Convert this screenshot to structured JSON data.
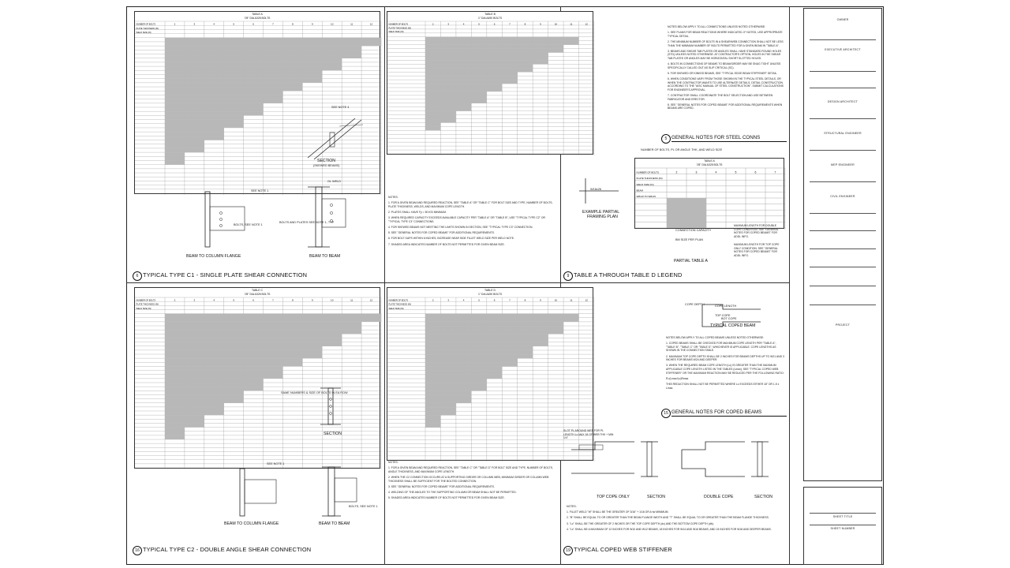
{
  "titleblock": {
    "owner": "OWNER",
    "executive_architect": "EXECUTIVE ARCHITECT",
    "design_architect": "DESIGN ARCHITECT",
    "structural_engineer": "STRUCTURAL ENGINEER",
    "mep_engineer": "MEP ENGINEER",
    "civil_engineer": "CIVIL ENGINEER",
    "project": "PROJECT",
    "sheet_title": "SHEET TITLE",
    "sheet_number": "SHEET NUMBER"
  },
  "panels": {
    "p6": {
      "num": "6",
      "title": "TYPICAL TYPE C1 - SINGLE PLATE SHEAR CONNECTION"
    },
    "p9": {
      "num": "9",
      "title": "TABLE A THROUGH TABLE D LEGEND"
    },
    "p16": {
      "num": "16",
      "title": "TYPICAL TYPE C2 - DOUBLE ANGLE SHEAR CONNECTION"
    },
    "p19": {
      "num": "19",
      "title": "TYPICAL COPED WEB STIFFENER"
    },
    "p5": {
      "num": "5",
      "title": "GENERAL NOTES FOR STEEL CONNS"
    },
    "p15": {
      "num": "15",
      "title": "GENERAL NOTES FOR COPED BEAMS"
    }
  },
  "tables": {
    "a": {
      "title": "TABLE A",
      "sub": "7/8\" DIA A325 BOLTS"
    },
    "b": {
      "title": "TABLE B",
      "sub": "1\" DIA A490 BOLTS"
    },
    "c": {
      "title": "TABLE C",
      "sub": "7/8\" DIA A325 BOLTS"
    },
    "d": {
      "title": "TABLE D",
      "sub": "1\" DIA A490 BOLTS"
    }
  },
  "views": {
    "section_skewed": "SECTION",
    "section_skewed_sub": "(SKEWED BEAMS)",
    "beam_to_column_flange": "BEAM TO COLUMN FLANGE",
    "beam_to_beam": "BEAM TO BEAM",
    "section": "SECTION",
    "beam_to_column_flange_2": "BEAM TO COLUMN FLANGE",
    "beam_to_beam_2": "BEAM TO BEAM",
    "example_partial": "EXAMPLE PARTIAL",
    "framing_plan": "FRAMING PLAN",
    "partial_table_a": "PARTIAL TABLE A",
    "typical_coped_beam": "TYPICAL COPED BEAM",
    "top_cope_only": "TOP COPE ONLY",
    "section_a": "SECTION",
    "double_cope": "DOUBLE COPE",
    "section_b": "SECTION"
  },
  "notes_heads": {
    "notes1": "NOTES:",
    "notes2": "NOTES:",
    "notes3": "NOTES:",
    "general_conns": "NOTES BELOW APPLY TO ALL CONNECTIONS UNLESS NOTED OTHERWISE:",
    "general_coped": "NOTES BELOW APPLY TO ALL COPED BEAMS UNLESS NOTED OTHERWISE:"
  },
  "notes_c1": [
    "1. FOR A GIVEN BEAM AND REQUIRED REACTION, SEE \"TABLE A\" OR \"TABLE C\" FOR BOLT SIZE AND TYPE, NUMBER OF BOLTS, PLATE THICKNESS, WELDS, AND MAXIMUM COPE LENGTH.",
    "2. PLATES SHALL HAVE Fy = 50 KSI MINIMUM.",
    "3. WHEN REQUIRED CAPACITY EXCEEDS AVAILABLE CAPACITY PER \"TABLE A\" OR \"TABLE B\", USE \"TYPICAL TYPE C2\" OR \"TYPICAL TYPE C3\" CONNECTIONS.",
    "4. FOR SKEWED BEAMS NOT MEETING THE LIMITS SHOWN IN SECTION, SEE \"TYPICAL TYPE C3\" CONNECTION.",
    "5. SEE \"GENERAL NOTES FOR COPED BEAMS\" FOR ADDITIONAL REQUIREMENTS.",
    "6. FOR BOLT GAPS WITHIN 6 INCHES, INCREASE NEAR SIDE FILLET WELD SIZE PER WELD NOTE.",
    "7. SHADED AREA INDICATES NUMBER OF BOLTS NOT PERMITTED FOR GIVEN BEAM SIZE."
  ],
  "notes_c2": [
    "1. FOR A GIVEN BEAM AND REQUIRED REACTION, SEE \"TABLE C\" OR \"TABLE D\" FOR BOLT SIZE AND TYPE, NUMBER OF BOLTS, ANGLE THICKNESS, AND MAXIMUM COPE LENGTH.",
    "2. WHEN THE C2 CONNECTION OCCURS AT A SUPPORTING GIRDER OR COLUMN WEB, MINIMUM GIRDER OR COLUMN WEB THICKNESS SHALL BE SUFFICIENT FOR THE BOLTED CONNECTION.",
    "3. SEE \"GENERAL NOTES FOR COPED BEAMS\" FOR ADDITIONAL REQUIREMENTS.",
    "4. WELDING OF THE ANGLES TO THE SUPPORTING COLUMN OR BEAM SHALL NOT BE PERMITTED.",
    "5. SHADED AREA INDICATES NUMBER OF BOLTS NOT PERMITTED FOR GIVEN BEAM SIZE."
  ],
  "notes_conns": [
    "1. SEE PLANS FOR BEAM REACTIONS WHERE INDICATED. IF NOTED, USE APPROPRIATE TYPICAL DETAIL.",
    "2. THE MINIMUM NUMBER OF BOLTS IN A SHEAR/WEB CONNECTION SHALL NOT BE LESS THAN THE MINIMUM NUMBER OF BOLTS PERMITTED FOR A GIVEN BEAM IN \"TABLE A\".",
    "3. BEAMS AND SHEAR TAB PLATES OR ANGLES SHALL HAVE STANDARD ROUND HOLES (STD) UNLESS NOTED OTHERWISE. AT CONTRACTOR'S OPTION, HOLES IN THE SHEAR TAB PLATES OR ANGLES MAY BE HORIZONTAL SHORT SLOTTED HOLES.",
    "4. BOLTS IN CONNECTIONS OF BEAMS TO BEAM/GIRDER MAY BE SNUG TIGHT UNLESS SPECIFICALLY CALLED OUT AS SLIP CRITICAL (SC).",
    "5. FOR SKEWED OR KINKED BEAMS, SEE \"TYPICAL EDGE BEAM STIFFENER\" DETAIL.",
    "6. WHEN CONDITIONS VARY FROM THOSE SHOWN IN THE TYPICAL STEEL DETAILS, OR WHEN THE CONTRACTOR WANTS TO USE ALTERNATE DETAILS, DETAIL CONSTRUCTION ACCORDING TO THE \"AISC MANUAL OF STEEL CONSTRUCTION\". SUBMIT CALCULATIONS FOR ENGINEER'S APPROVAL.",
    "7. CONTRACTOR SHALL COORDINATE THE BOLT SELECTION AND USE BETWEEN FABRICATOR AND ERECTOR.",
    "8. SEE \"GENERAL NOTES FOR COPED BEAMS\" FOR ADDITIONAL REQUIREMENTS WHEN BEAMS ARE COPED."
  ],
  "notes_coped": [
    "1. COPED BEAMS SHALL BE CHECKED FOR MAXIMUM COPE LENGTH PER \"TABLE A\", \"TABLE B\", \"TABLE C\" OR \"TABLE D\", WHICHEVER IS APPLICABLE. COPE LENGTHS AS SHOWN IN THE CONNECTION TABLE.",
    "2. MAXIMUM TOP COPE DEPTH SHALL BE 2 INCHES FOR BEAMS DEPTHS UP TO W21 AND 3 INCHES FOR BEAMS W24 AND DEEPER.",
    "3. WHEN THE REQUIRED BEAM COPE LENGTH (Lc) IS GREATER THAN THE MAXIMUM APPLICABLE COPE LENGTH LISTED IN THE TABLES (Lmax), SEE \"TYPICAL COPED WEB STIFFENER\" OR THE MAXIMUM REACTION MAY BE REDUCED PER THE FOLLOWING RATIO:",
    "R=(Lmax/Lc)Rmax",
    "THIS REDUCTION SHALL NOT BE PERMITTED WHERE Lc EXCEEDS EITHER 18\" OR 1.5 x Lmax."
  ],
  "notes_stiff": [
    "1. FILLET WELD \"W\" SHALL BE THE GREATER OF 3/16\" + 1/16 OR A·tw MINIMUM.",
    "2. \"B\" SHALL BE EQUAL TO OR GREATER THAN THE BEAM FLANGE WIDTH AND \"T\" SHALL BE EQUAL TO OR GREATER THAN THE BEAM FLANGE THICKNESS.",
    "3. \"Lc\" SHALL BE THE GREATER OF 2 INCHES OR THE TOP COPE DEPTH (dc) AND THE BOTTOM COPE DEPTH (db).",
    "4. \"Lc\" SHALL BE A MAXIMUM OF 12 INCHES FOR W10 AND W12 BEAMS, 18 INCHES FOR W14 AND W16 BEAMS, AND 24 INCHES FOR W18 AND DEEPER BEAMS."
  ],
  "callouts": {
    "see_note_1": "SEE NOTE 1",
    "see_note_4": "SEE NOTE 4",
    "bolts_see_note_1": "BOLTS, SEE NOTE 1",
    "bolts_and_plates": "BOLTS AND PLATES SEE NOTE 1, TYP",
    "gl_weld": "GL WELD",
    "connection_capacity": "CONNECTION CAPACITY",
    "beam_size_per_plan": "BM SIZE PER PLAN",
    "max_cope": "MAXIMUM LENGTH FOR DOUBLE COPE CONDITION. SEE \"GENERAL NOTES FOR COPED BEAMS\" FOR ADDL INFO.",
    "max_top_cope": "MAXIMUM LENGTH FOR TOP COPE ONLY CONDITION. SEE \"GENERAL NOTES FOR COPED BEAMS\" FOR ADDL INFO.",
    "number_of_bolts": "NUMBER OF BOLTS, PL OR ANGLE THK, AND WELD SIZE",
    "cope_length": "COPE LENGTH",
    "top_cope": "TOP COPE",
    "bot_cope": "BOT COPE",
    "cope_depth": "COPE DEPTH",
    "slot_pl": "SLOT PL AROUND WEB FOR PL LENGTH Lc MAX 18 OF WEB THK + MIN 1/4\"",
    "same_numbers": "SAME NUMBERS & SIZE OF BOLTS IN EA ROW",
    "table_a_sm": "TABLE A",
    "table_a_sub_sm": "7/8\" DIA A325 BOLTS"
  },
  "partial_table": {
    "rows": [
      "NUMBER OF BOLTS",
      "PLATE THICKNESS (IN)",
      "WELD SIZE (IN)",
      "BEAM",
      "W8x10 TO W8x15"
    ],
    "cols": [
      "2",
      "3",
      "4",
      "5",
      "6",
      "7"
    ]
  },
  "table_row_labels": [
    "NUMBER OF BOLTS",
    "PLATE THICKNESS (IN)",
    "WELD SIZE (IN)"
  ],
  "table_col_nums": [
    "2",
    "3",
    "4",
    "5",
    "6",
    "7",
    "8",
    "9",
    "10",
    "11",
    "12"
  ],
  "plan_tag": "W16x26",
  "colors": {
    "shade": "#b8b8b8",
    "line": "#222222"
  }
}
